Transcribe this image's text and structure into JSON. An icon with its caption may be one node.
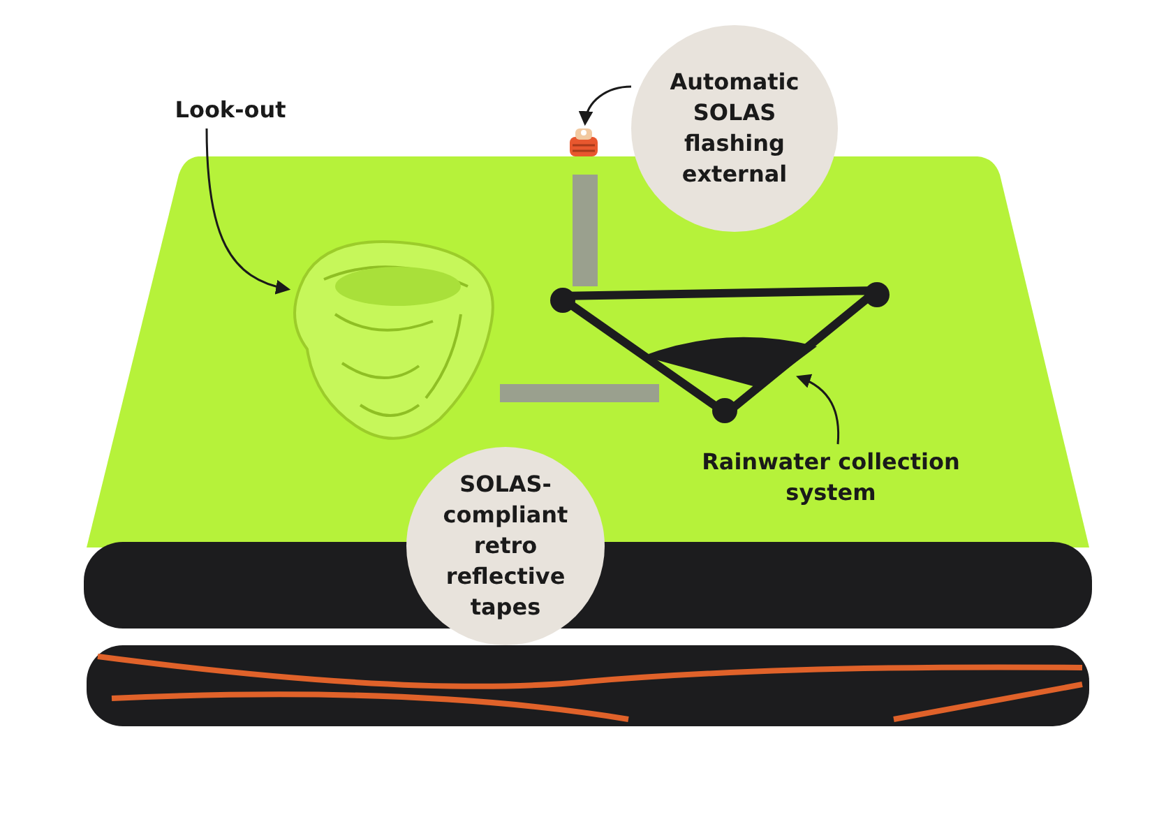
{
  "diagram": {
    "nodes": [
      {
        "text": [
          "Look-out"
        ]
      },
      {
        "text": [],
        "shape": "picture"
      },
      {
        "text": [
          "Automatic SOLAS flashing external"
        ]
      },
      {
        "text": [],
        "shape": "picture"
      },
      {
        "text": [
          "Rainwater collection system"
        ]
      },
      {
        "text": [],
        "shape": "picture"
      },
      {
        "text": [
          "SOLAS-compliant retro reflective tapes"
        ]
      }
    ],
    "edges": [
      {
        "from": 0,
        "to": 1,
        "arrow": "to"
      },
      {
        "from": 2,
        "to": 3,
        "arrow": "to"
      },
      {
        "from": 4,
        "to": 5,
        "arrow": "to"
      }
    ]
  }
}
